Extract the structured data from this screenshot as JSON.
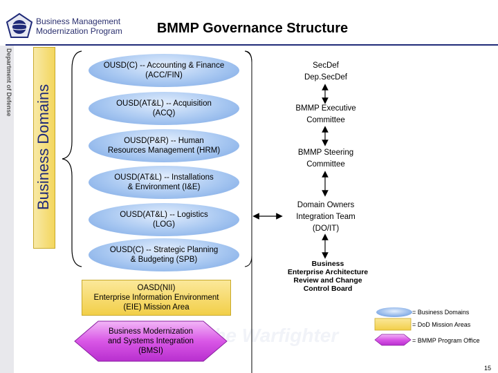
{
  "header": {
    "logo_line1": "Business Management",
    "logo_line2": "Modernization Program",
    "title": "BMMP Governance Structure",
    "dod_vertical": "Department of Defense"
  },
  "domains_label": "Business Domains",
  "business_domains": [
    {
      "line1": "OUSD(C) -- Accounting & Finance",
      "line2": "(ACC/FIN)"
    },
    {
      "line1": "OUSD(AT&L) -- Acquisition",
      "line2": "(ACQ)"
    },
    {
      "line1": "OUSD(P&R) -- Human",
      "line2": "Resources Management (HRM)"
    },
    {
      "line1": "OUSD(AT&L) -- Installations",
      "line2": "& Environment (I&E)"
    },
    {
      "line1": "OUSD(AT&L) -- Logistics",
      "line2": "(LOG)"
    },
    {
      "line1": "OUSD(C)  -- Strategic Planning",
      "line2": "& Budgeting (SPB)"
    }
  ],
  "mission_area": {
    "line1": "OASD(NII)",
    "line2": "Enterprise Information Environment",
    "line3": "(EIE) Mission Area"
  },
  "program_office": {
    "line1": "Business Modernization",
    "line2": "and Systems Integration",
    "line3": "(BMSI)"
  },
  "governance_chain": [
    {
      "line1": "SecDef",
      "line2": "Dep.SecDef"
    },
    {
      "line1": "BMMP Executive",
      "line2": "Committee"
    },
    {
      "line1": "BMMP Steering",
      "line2": "Committee"
    },
    {
      "line1": "Domain Owners",
      "line2": "Integration Team",
      "line3": "(DO/IT)"
    },
    {
      "line1": "Business",
      "line2": "Enterprise Architecture",
      "line3": "Review and Change",
      "line4": "Control Board"
    }
  ],
  "legend": [
    {
      "label": "= Business Domains"
    },
    {
      "label": "= DoD Mission Areas"
    },
    {
      "label": "= BMMP Program Office"
    }
  ],
  "page_number": "15",
  "colors": {
    "domain_blue": "#a7c7f1",
    "mission_yellow": "#f2cf49",
    "program_purple": "#c23cd6",
    "header_navy": "#1f2a78"
  }
}
